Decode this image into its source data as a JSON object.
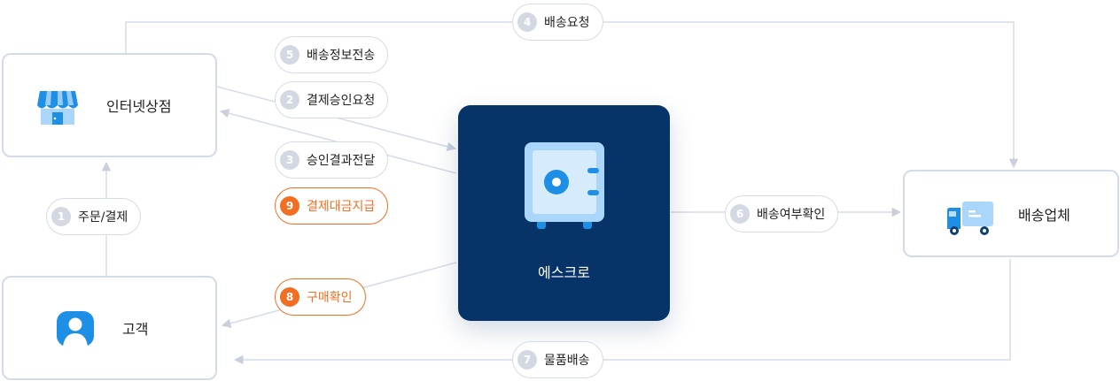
{
  "nodes": {
    "shop": {
      "label": "인터넷상점",
      "icon": "storefront-icon"
    },
    "customer": {
      "label": "고객",
      "icon": "user-icon"
    },
    "escrow": {
      "label": "에스크로",
      "icon": "safe-icon"
    },
    "delivery": {
      "label": "배송업체",
      "icon": "truck-icon"
    }
  },
  "steps": [
    {
      "num": "1",
      "label": "주문/결제",
      "highlight": false
    },
    {
      "num": "2",
      "label": "결제승인요청",
      "highlight": false
    },
    {
      "num": "3",
      "label": "승인결과전달",
      "highlight": false
    },
    {
      "num": "4",
      "label": "배송요청",
      "highlight": false
    },
    {
      "num": "5",
      "label": "배송정보전송",
      "highlight": false
    },
    {
      "num": "6",
      "label": "배송여부확인",
      "highlight": false
    },
    {
      "num": "7",
      "label": "물품배송",
      "highlight": false
    },
    {
      "num": "8",
      "label": "구매확인",
      "highlight": true
    },
    {
      "num": "9",
      "label": "결제대금지급",
      "highlight": true
    }
  ],
  "colors": {
    "escrow_bg": "#063468",
    "accent_orange": "#f26f21",
    "icon_blue": "#1e8fe6",
    "line": "#d5dbe6",
    "badge_gray": "#d3d8e2"
  }
}
